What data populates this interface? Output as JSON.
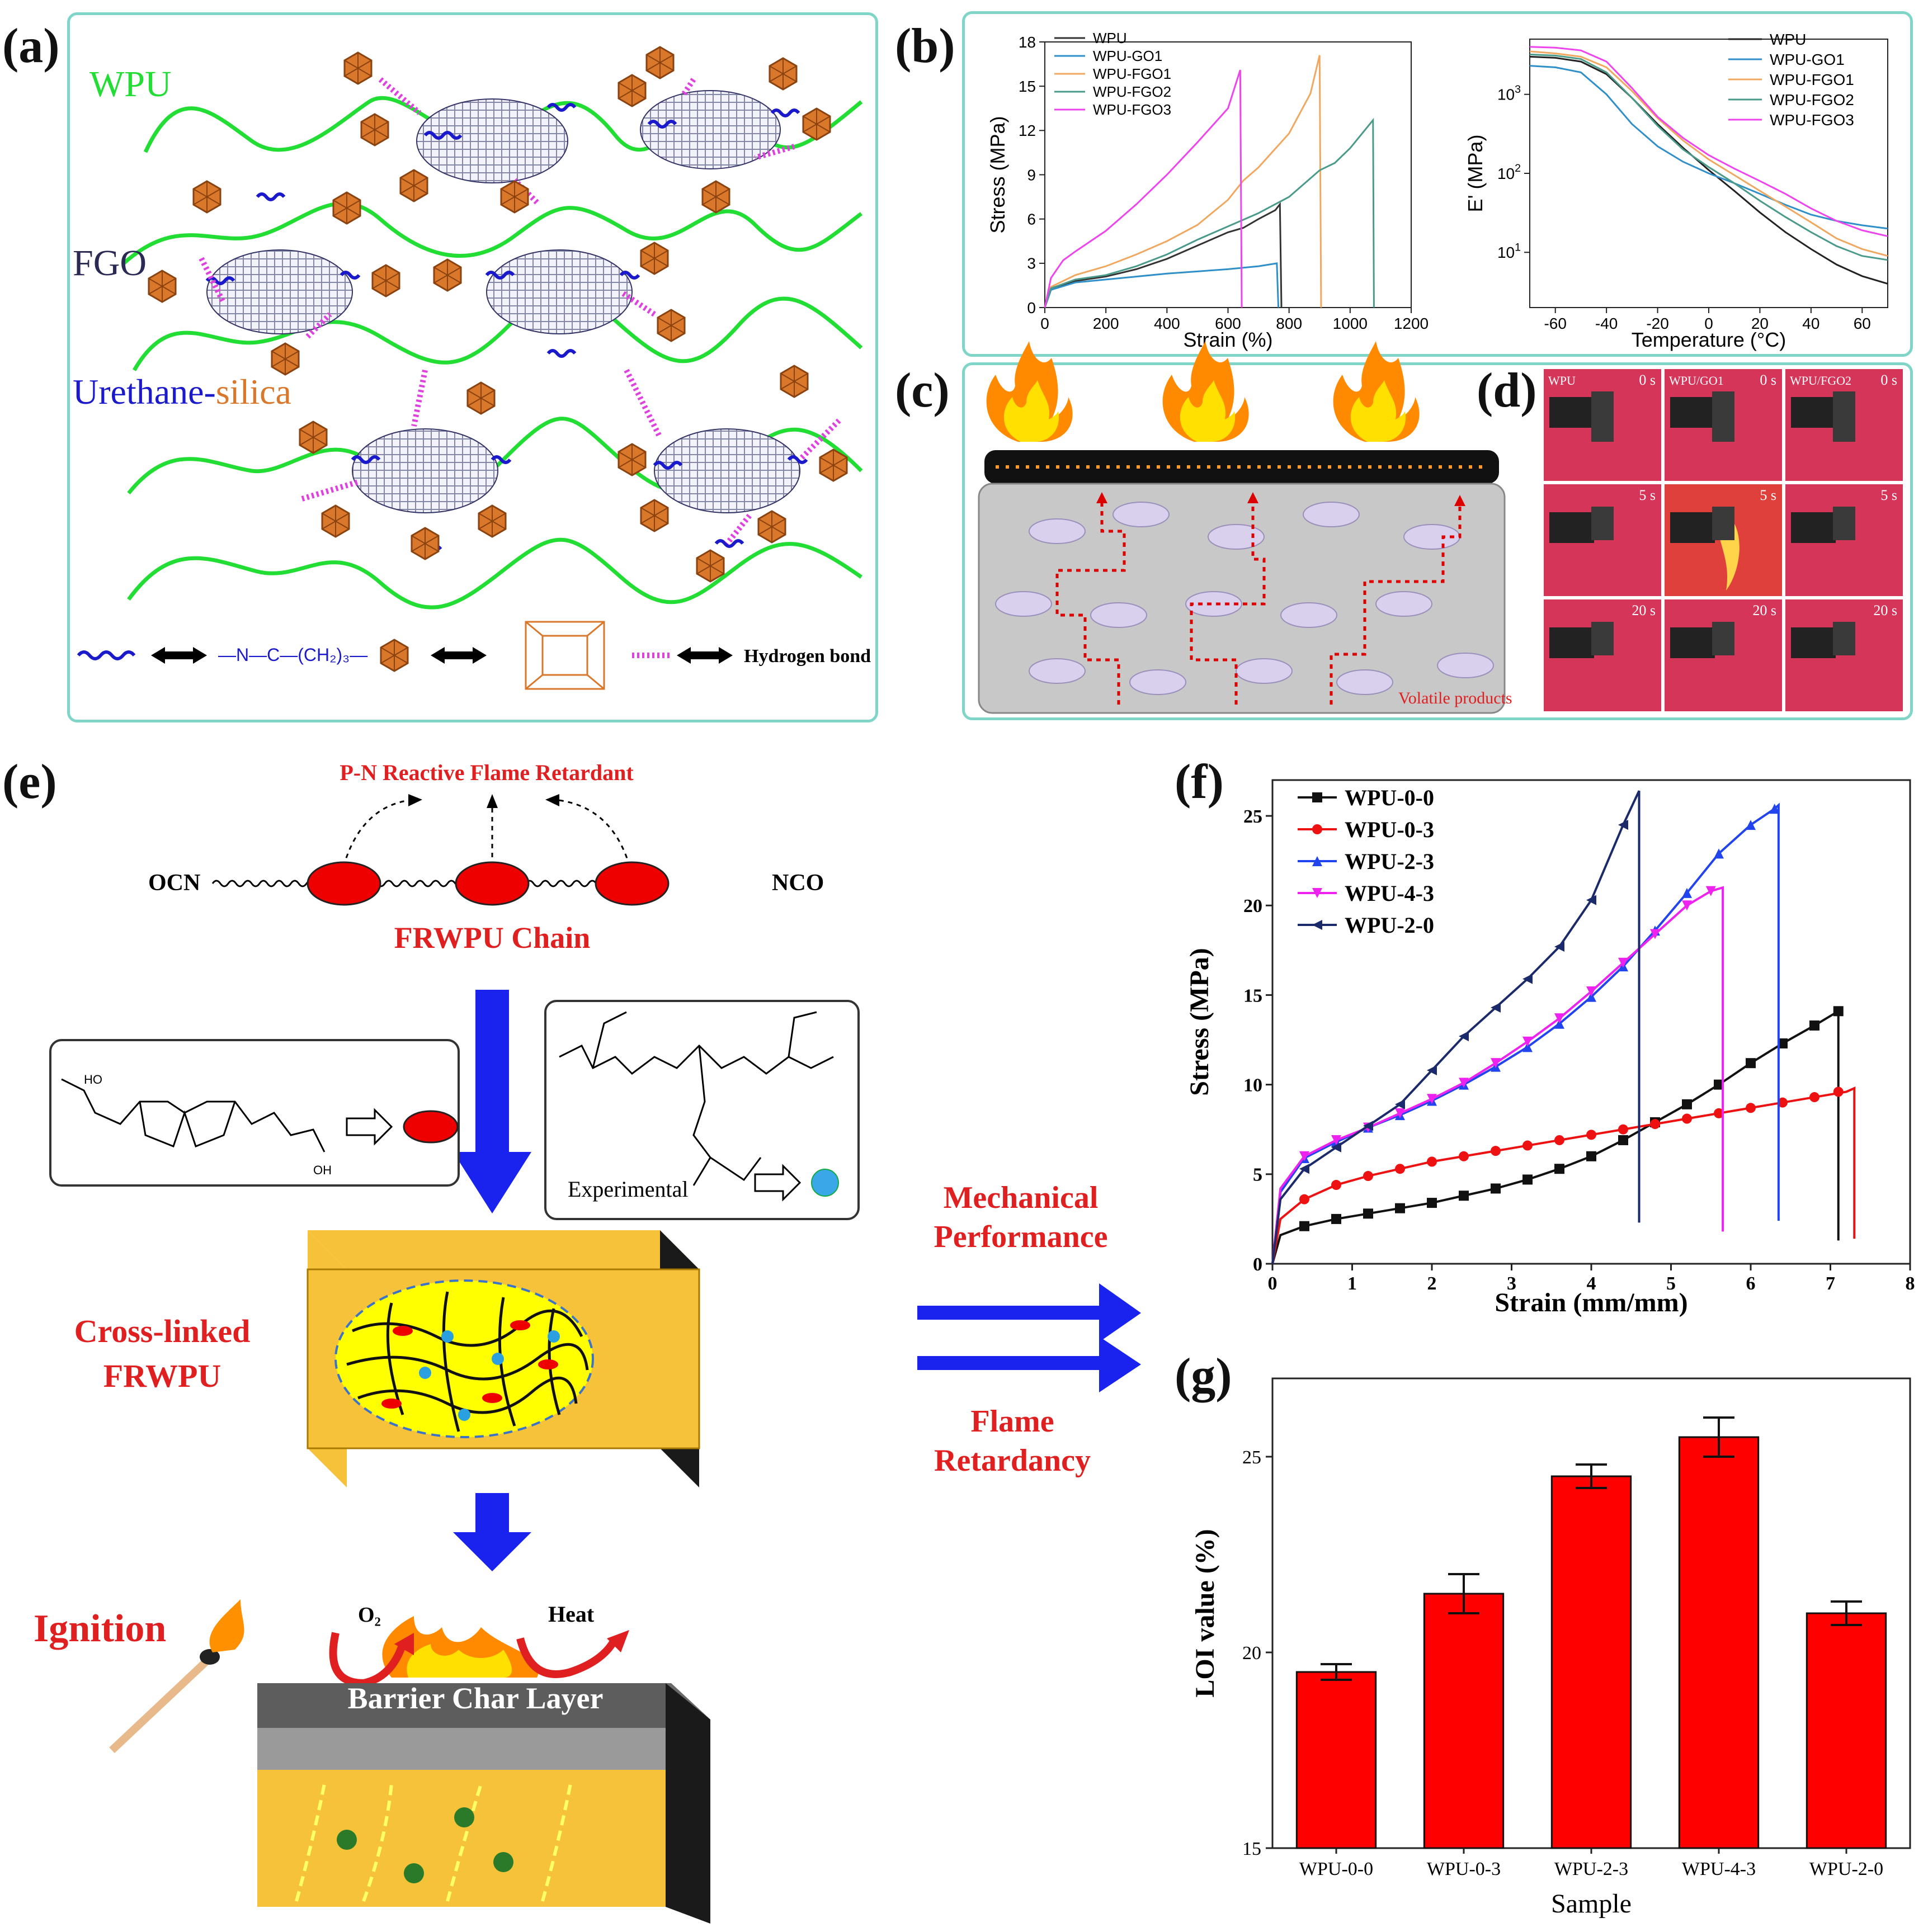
{
  "panel_labels": {
    "a": "(a)",
    "b": "(b)",
    "c": "(c)",
    "d": "(d)",
    "e": "(e)",
    "f": "(f)",
    "g": "(g)"
  },
  "panel_a": {
    "wpu_label": "WPU",
    "fgo_label": "FGO",
    "urethane_label": "Urethane-",
    "silica_label": "silica",
    "legend_hbond": "Hydrogen bond",
    "legend_urethane_formula": "—N—C—(CH₂)₃—",
    "colors": {
      "chain": "#22dd33",
      "urethane": "#1a1acc",
      "silica": "#d9772a",
      "hbond": "#e040e0"
    }
  },
  "panel_c": {
    "volatile_label": "Volatile products"
  },
  "panel_d": {
    "headers": [
      "WPU",
      "WPU/GO1",
      "WPU/FGO2"
    ],
    "times": [
      "0 s",
      "5 s",
      "20 s"
    ]
  },
  "panel_e": {
    "flame_retardant_title": "P-N Reactive Flame Retardant",
    "ocn": "OCN",
    "nco": "NCO",
    "chain_title": "FRWPU Chain",
    "experimental_label": "Experimental",
    "crosslinked_line1": "Cross-linked",
    "crosslinked_line2": "FRWPU",
    "ignition": "Ignition",
    "o2": "O₂",
    "heat": "Heat",
    "barrier": "Barrier Char Layer"
  },
  "arrows_text": {
    "mech1": "Mechanical",
    "mech2": "Performance",
    "flame1": "Flame",
    "flame2": "Retardancy"
  },
  "chart_data": [
    {
      "id": "b-stress-strain",
      "type": "line",
      "xlabel": "Strain (%)",
      "ylabel": "Stress (MPa)",
      "xlim": [
        0,
        1200
      ],
      "ylim": [
        0,
        18
      ],
      "xticks": [
        0,
        200,
        400,
        600,
        800,
        1000,
        1200
      ],
      "yticks": [
        0,
        3,
        6,
        9,
        12,
        15,
        18
      ],
      "legend_position": "top-left",
      "series": [
        {
          "name": "WPU",
          "color": "#333333",
          "x": [
            0,
            20,
            100,
            200,
            300,
            400,
            500,
            600,
            650,
            700,
            755,
            770,
            775
          ],
          "y": [
            0,
            1.2,
            1.8,
            2.1,
            2.6,
            3.3,
            4.2,
            5.1,
            5.4,
            6.0,
            6.6,
            7.0,
            0
          ]
        },
        {
          "name": "WPU-GO1",
          "color": "#2f8fc8",
          "x": [
            0,
            20,
            100,
            200,
            300,
            400,
            500,
            600,
            700,
            760,
            765
          ],
          "y": [
            0,
            1.2,
            1.7,
            1.9,
            2.1,
            2.3,
            2.45,
            2.6,
            2.8,
            3.0,
            0
          ]
        },
        {
          "name": "WPU-FGO1",
          "color": "#f0a860",
          "x": [
            0,
            20,
            100,
            200,
            300,
            400,
            500,
            600,
            650,
            700,
            800,
            870,
            900,
            905
          ],
          "y": [
            0,
            1.4,
            2.2,
            2.8,
            3.6,
            4.5,
            5.6,
            7.3,
            8.6,
            9.5,
            11.8,
            14.5,
            17.1,
            0
          ]
        },
        {
          "name": "WPU-FGO2",
          "color": "#4a9a8a",
          "x": [
            0,
            20,
            100,
            200,
            300,
            400,
            500,
            600,
            700,
            800,
            900,
            950,
            1000,
            1075,
            1078
          ],
          "y": [
            0,
            1.3,
            1.9,
            2.2,
            2.8,
            3.6,
            4.6,
            5.5,
            6.4,
            7.5,
            9.3,
            9.8,
            10.8,
            12.7,
            0
          ]
        },
        {
          "name": "WPU-FGO3",
          "color": "#ee44ee",
          "x": [
            0,
            20,
            60,
            100,
            200,
            300,
            400,
            500,
            600,
            640,
            645
          ],
          "y": [
            0,
            2.0,
            3.2,
            3.8,
            5.2,
            7.0,
            9.0,
            11.2,
            13.5,
            16.1,
            0
          ]
        }
      ]
    },
    {
      "id": "b-storage-modulus",
      "type": "line",
      "xlabel": "Temperature (°C)",
      "ylabel": "E' (MPa)",
      "xlim": [
        -70,
        70
      ],
      "ylim": [
        2,
        5000
      ],
      "yscale": "log",
      "xticks": [
        -60,
        -40,
        -20,
        0,
        20,
        40,
        60
      ],
      "yticks_log": [
        "10^1",
        "10^2",
        "10^3"
      ],
      "legend_position": "top-right",
      "series": [
        {
          "name": "WPU",
          "color": "#222222",
          "x": [
            -70,
            -60,
            -50,
            -40,
            -30,
            -20,
            -10,
            0,
            10,
            20,
            30,
            40,
            50,
            60,
            70
          ],
          "y": [
            3000,
            2900,
            2600,
            1800,
            900,
            420,
            210,
            110,
            60,
            32,
            18,
            11,
            7,
            5,
            4
          ]
        },
        {
          "name": "WPU-GO1",
          "color": "#2f8fc8",
          "x": [
            -70,
            -60,
            -50,
            -40,
            -30,
            -20,
            -10,
            0,
            10,
            20,
            30,
            40,
            50,
            60,
            70
          ],
          "y": [
            2300,
            2200,
            1900,
            1000,
            420,
            220,
            140,
            100,
            75,
            55,
            40,
            30,
            25,
            22,
            20
          ]
        },
        {
          "name": "WPU-FGO1",
          "color": "#f0a860",
          "x": [
            -70,
            -60,
            -50,
            -40,
            -30,
            -20,
            -10,
            0,
            10,
            20,
            30,
            40,
            50,
            60,
            70
          ],
          "y": [
            3500,
            3300,
            3000,
            2200,
            1100,
            500,
            260,
            150,
            95,
            60,
            38,
            24,
            15,
            11,
            9
          ]
        },
        {
          "name": "WPU-FGO2",
          "color": "#4a9a8a",
          "x": [
            -70,
            -60,
            -50,
            -40,
            -30,
            -20,
            -10,
            0,
            10,
            20,
            30,
            40,
            50,
            60,
            70
          ],
          "y": [
            3200,
            3100,
            2800,
            1900,
            900,
            400,
            200,
            120,
            75,
            45,
            28,
            18,
            12,
            9,
            8
          ]
        },
        {
          "name": "WPU-FGO3",
          "color": "#ee44ee",
          "x": [
            -70,
            -60,
            -50,
            -40,
            -30,
            -20,
            -10,
            0,
            10,
            20,
            30,
            40,
            50,
            60,
            70
          ],
          "y": [
            4000,
            3900,
            3600,
            2600,
            1200,
            520,
            280,
            170,
            115,
            80,
            55,
            36,
            25,
            19,
            16
          ]
        }
      ]
    },
    {
      "id": "f-stress-strain",
      "type": "line",
      "xlabel": "Strain (mm/mm)",
      "ylabel": "Stress (MPa)",
      "xlim": [
        0,
        8
      ],
      "ylim": [
        0,
        27
      ],
      "xticks": [
        0,
        1,
        2,
        3,
        4,
        5,
        6,
        7,
        8
      ],
      "yticks": [
        0,
        5,
        10,
        15,
        20,
        25
      ],
      "legend_position": "top-left",
      "series": [
        {
          "name": "WPU-0-0",
          "color": "#111111",
          "marker": "square",
          "x": [
            0,
            0.1,
            0.4,
            0.8,
            1.2,
            1.6,
            2.0,
            2.4,
            2.8,
            3.2,
            3.6,
            4.0,
            4.4,
            4.8,
            5.2,
            5.6,
            6.0,
            6.4,
            6.8,
            7.1,
            7.1
          ],
          "y": [
            0,
            1.6,
            2.1,
            2.5,
            2.8,
            3.1,
            3.4,
            3.8,
            4.2,
            4.7,
            5.3,
            6.0,
            6.9,
            7.9,
            8.9,
            10.0,
            11.2,
            12.3,
            13.3,
            14.1,
            1.3
          ],
          "marker_x": [
            0.4,
            0.8,
            1.2,
            1.6,
            2.0,
            2.4,
            2.8,
            3.2,
            3.6,
            4.0,
            4.4,
            4.8,
            5.2,
            5.6,
            6.0,
            6.4,
            6.8,
            7.1
          ],
          "marker_y": [
            2.1,
            2.5,
            2.8,
            3.1,
            3.4,
            3.8,
            4.2,
            4.7,
            5.3,
            6.0,
            6.9,
            7.9,
            8.9,
            10.0,
            11.2,
            12.3,
            13.3,
            14.1
          ]
        },
        {
          "name": "WPU-0-3",
          "color": "#ee1111",
          "marker": "circle",
          "x": [
            0,
            0.1,
            0.4,
            0.8,
            1.2,
            1.6,
            2.0,
            2.4,
            2.8,
            3.2,
            3.6,
            4.0,
            4.4,
            4.8,
            5.2,
            5.6,
            6.0,
            6.4,
            6.8,
            7.2,
            7.3,
            7.3
          ],
          "y": [
            0,
            2.5,
            3.6,
            4.4,
            4.9,
            5.3,
            5.7,
            6.0,
            6.3,
            6.6,
            6.9,
            7.2,
            7.5,
            7.8,
            8.1,
            8.4,
            8.7,
            9.0,
            9.3,
            9.6,
            9.8,
            1.4
          ],
          "marker_x": [
            0.4,
            0.8,
            1.2,
            1.6,
            2.0,
            2.4,
            2.8,
            3.2,
            3.6,
            4.0,
            4.4,
            4.8,
            5.2,
            5.6,
            6.0,
            6.4,
            6.8,
            7.1
          ],
          "marker_y": [
            3.6,
            4.4,
            4.9,
            5.3,
            5.7,
            6.0,
            6.3,
            6.6,
            6.9,
            7.2,
            7.5,
            7.8,
            8.1,
            8.4,
            8.7,
            9.0,
            9.3,
            9.6
          ]
        },
        {
          "name": "WPU-2-3",
          "color": "#2244ee",
          "marker": "triangle-up",
          "x": [
            0,
            0.1,
            0.4,
            0.8,
            1.2,
            1.6,
            2.0,
            2.4,
            2.8,
            3.2,
            3.6,
            4.0,
            4.4,
            4.8,
            5.2,
            5.6,
            6.0,
            6.3,
            6.35,
            6.35
          ],
          "y": [
            0,
            4.0,
            5.9,
            6.8,
            7.6,
            8.3,
            9.1,
            10.0,
            11.0,
            12.1,
            13.4,
            14.9,
            16.6,
            18.6,
            20.7,
            22.9,
            24.5,
            25.4,
            25.6,
            2.4
          ],
          "marker_x": [
            0.4,
            0.8,
            1.2,
            1.6,
            2.0,
            2.4,
            2.8,
            3.2,
            3.6,
            4.0,
            4.4,
            4.8,
            5.2,
            5.6,
            6.0,
            6.3
          ],
          "marker_y": [
            5.9,
            6.8,
            7.6,
            8.3,
            9.1,
            10.0,
            11.0,
            12.1,
            13.4,
            14.9,
            16.6,
            18.6,
            20.7,
            22.9,
            24.5,
            25.4
          ]
        },
        {
          "name": "WPU-4-3",
          "color": "#ee22ee",
          "marker": "triangle-down",
          "x": [
            0,
            0.1,
            0.4,
            0.8,
            1.2,
            1.6,
            2.0,
            2.4,
            2.8,
            3.2,
            3.6,
            4.0,
            4.4,
            4.8,
            5.2,
            5.5,
            5.65,
            5.65
          ],
          "y": [
            0,
            4.2,
            6.0,
            6.9,
            7.6,
            8.4,
            9.2,
            10.1,
            11.2,
            12.4,
            13.7,
            15.2,
            16.8,
            18.4,
            20.0,
            20.8,
            21.0,
            1.8
          ],
          "marker_x": [
            0.4,
            0.8,
            1.2,
            1.6,
            2.0,
            2.4,
            2.8,
            3.2,
            3.6,
            4.0,
            4.4,
            4.8,
            5.2,
            5.5
          ],
          "marker_y": [
            6.0,
            6.9,
            7.6,
            8.4,
            9.2,
            10.1,
            11.2,
            12.4,
            13.7,
            15.2,
            16.8,
            18.4,
            20.0,
            20.8
          ]
        },
        {
          "name": "WPU-2-0",
          "color": "#1a2a6a",
          "marker": "triangle-left",
          "x": [
            0,
            0.1,
            0.4,
            0.8,
            1.2,
            1.6,
            2.0,
            2.4,
            2.8,
            3.2,
            3.6,
            4.0,
            4.4,
            4.6,
            4.6
          ],
          "y": [
            0,
            3.6,
            5.3,
            6.5,
            7.7,
            8.9,
            10.8,
            12.7,
            14.3,
            15.9,
            17.7,
            20.3,
            24.5,
            26.4,
            2.3
          ],
          "marker_x": [
            0.4,
            0.8,
            1.2,
            1.6,
            2.0,
            2.4,
            2.8,
            3.2,
            3.6,
            4.0,
            4.4
          ],
          "marker_y": [
            5.3,
            6.5,
            7.7,
            8.9,
            10.8,
            12.7,
            14.3,
            15.9,
            17.7,
            20.3,
            24.5
          ]
        }
      ]
    },
    {
      "id": "g-loi",
      "type": "bar",
      "xlabel": "Sample",
      "ylabel": "LOI value (%)",
      "ylim": [
        15,
        27
      ],
      "yticks": [
        15,
        20,
        25
      ],
      "categories": [
        "WPU-0-0",
        "WPU-0-3",
        "WPU-2-3",
        "WPU-4-3",
        "WPU-2-0"
      ],
      "values": [
        19.5,
        21.5,
        24.5,
        25.5,
        21.0
      ],
      "errors": [
        0.2,
        0.5,
        0.3,
        0.5,
        0.3
      ],
      "bar_color": "#ff0000"
    }
  ]
}
